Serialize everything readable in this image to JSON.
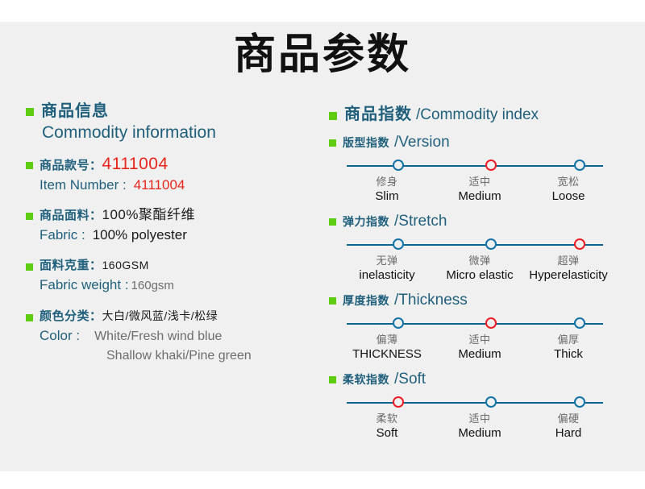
{
  "page": {
    "title": "商品参数",
    "background": "#f0f0f0",
    "accent_green": "#5ECC10",
    "accent_teal": "#1F5F7C",
    "accent_red": "#ED1C24",
    "track_blue": "#0B6593"
  },
  "left": {
    "heading": {
      "cn": "商品信息",
      "en": "Commodity information"
    },
    "items": [
      {
        "label_cn": "商品款号：",
        "value_cn": "4111004",
        "value_cn_style": "red",
        "label_en": "Item Number :",
        "value_en": "4111004",
        "value_en_style": "red"
      },
      {
        "label_cn": "商品面料：",
        "value_cn": "100%聚酯纤维",
        "value_cn_style": "dark",
        "label_en": "Fabric :",
        "value_en": "100% polyester",
        "value_en_style": "dark"
      },
      {
        "label_cn": "面料克重：",
        "value_cn": "160GSM",
        "value_cn_style": "dark-small",
        "label_en": "Fabric  weight :",
        "value_en": "160gsm",
        "value_en_style": "gray"
      },
      {
        "label_cn": "颜色分类：",
        "value_cn": "大白/微风蓝/浅卡/松绿",
        "value_cn_style": "dark-small",
        "label_en": "Color :",
        "value_en": "White/Fresh wind blue",
        "value_en_style": "gray",
        "value_en_line2": "Shallow khaki/Pine green"
      }
    ]
  },
  "right": {
    "heading": {
      "cn": "商品指数",
      "en": "/Commodity index"
    },
    "metrics": [
      {
        "name": "version",
        "title_cn": "版型指数",
        "title_en": "/Version",
        "selected_index": 1,
        "ticks": [
          {
            "cn": "修身",
            "en": "Slim"
          },
          {
            "cn": "适中",
            "en": "Medium"
          },
          {
            "cn": "宽松",
            "en": "Loose"
          }
        ]
      },
      {
        "name": "stretch",
        "title_cn": "弹力指数",
        "title_en": "/Stretch",
        "selected_index": 2,
        "ticks": [
          {
            "cn": "无弹",
            "en": "inelasticity"
          },
          {
            "cn": "微弹",
            "en": "Micro elastic"
          },
          {
            "cn": "超弹",
            "en": "Hyperelasticity"
          }
        ]
      },
      {
        "name": "thickness",
        "title_cn": "厚度指数",
        "title_en": "/Thickness",
        "selected_index": 1,
        "ticks": [
          {
            "cn": "偏薄",
            "en": "THICKNESS"
          },
          {
            "cn": "适中",
            "en": "Medium"
          },
          {
            "cn": "偏厚",
            "en": "Thick"
          }
        ]
      },
      {
        "name": "soft",
        "title_cn": "柔软指数",
        "title_en": "/Soft",
        "selected_index": 0,
        "ticks": [
          {
            "cn": "柔软",
            "en": "Soft"
          },
          {
            "cn": "适中",
            "en": "Medium"
          },
          {
            "cn": "偏硬",
            "en": "Hard"
          }
        ]
      }
    ]
  }
}
